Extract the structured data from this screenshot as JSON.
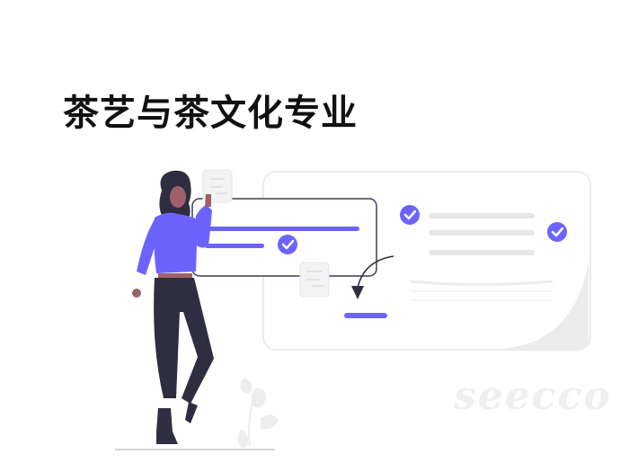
{
  "page": {
    "title": "茶艺与茶文化专业",
    "watermark": "seecco"
  },
  "illustration": {
    "description": "Woman standing beside checklist cards with check marks",
    "colors": {
      "accent": "#6c63ff",
      "dark": "#2f2e41",
      "skin": "#9e616a",
      "waist": "#a0616a",
      "card_border": "#3f3d56",
      "light_gray": "#e6e6e6",
      "pale_gray": "#f2f2f2"
    }
  }
}
